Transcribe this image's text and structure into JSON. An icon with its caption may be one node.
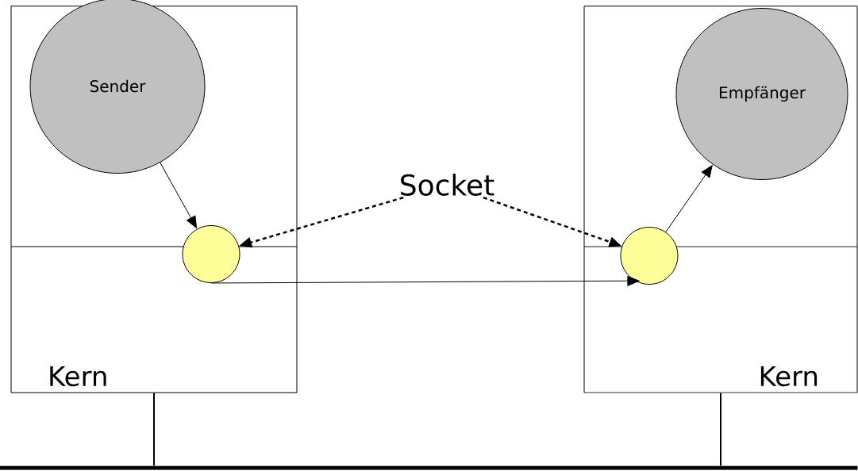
{
  "diagram": {
    "nodes": [
      {
        "text": [
          "Kern"
        ]
      },
      {
        "text": [
          "Sender"
        ],
        "in": 0
      },
      {
        "text": [],
        "shape": "circle",
        "in": 0
      },
      {
        "text": [
          "Kern"
        ]
      },
      {
        "text": [
          "Empfänger"
        ],
        "in": 3
      },
      {
        "text": [],
        "shape": "circle",
        "in": 3
      },
      {
        "text": [
          "Socket"
        ]
      },
      {
        "text": [],
        "shape": "bar"
      }
    ],
    "edges": [
      {
        "from": 1,
        "to": 2,
        "arrow": "to"
      },
      {
        "from": 2,
        "to": 5,
        "arrow": "to"
      },
      {
        "from": 5,
        "to": 4,
        "arrow": "to"
      },
      {
        "from": 6,
        "to": 2,
        "arrow": "to",
        "style": "dashed"
      },
      {
        "from": 6,
        "to": 5,
        "arrow": "to",
        "style": "dashed"
      },
      {
        "from": 0,
        "to": 7,
        "arrow": "none"
      },
      {
        "from": 3,
        "to": 7,
        "arrow": "none"
      }
    ]
  }
}
